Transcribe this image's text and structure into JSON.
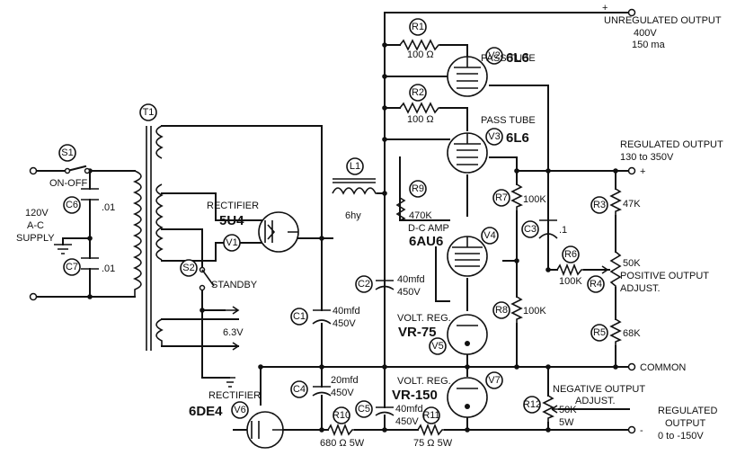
{
  "outputs": {
    "unregulated": {
      "line1": "UNREGULATED OUTPUT",
      "line2": "400V",
      "line3": "150 ma",
      "sign": "+"
    },
    "regulated": {
      "line1": "REGULATED OUTPUT",
      "line2": "130 to 350V",
      "sign": "+"
    },
    "common": "COMMON",
    "negative": {
      "line1": "REGULATED",
      "line2": "OUTPUT",
      "line3": "0 to -150V",
      "sign": "-"
    }
  },
  "input": {
    "line1": "120V",
    "line2": "A-C",
    "line3": "SUPPLY"
  },
  "switches": {
    "s1": {
      "id": "S1",
      "label": "ON-OFF"
    },
    "s2": {
      "id": "S2",
      "label": "STANDBY"
    }
  },
  "transformer": {
    "id": "T1",
    "heater": "6.3V"
  },
  "choke": {
    "id": "L1",
    "value": "6hy"
  },
  "tubes": {
    "v1": {
      "id": "V1",
      "role": "RECTIFIER",
      "type": "5U4"
    },
    "v2": {
      "id": "V2",
      "role": "PASS TUBE",
      "type": "6L6"
    },
    "v3": {
      "id": "V3",
      "role": "PASS TUBE",
      "type": "6L6"
    },
    "v4": {
      "id": "V4",
      "role": "D-C AMP",
      "type": "6AU6"
    },
    "v5": {
      "id": "V5",
      "role": "VOLT. REG.",
      "type": "VR-75"
    },
    "v6": {
      "id": "V6",
      "role": "RECTIFIER",
      "type": "6DE4"
    },
    "v7": {
      "id": "V7",
      "role": "VOLT. REG.",
      "type": "VR-150"
    }
  },
  "capacitors": {
    "c1": {
      "id": "C1",
      "value1": "40mfd",
      "value2": "450V"
    },
    "c2": {
      "id": "C2",
      "value1": "40mfd",
      "value2": "450V"
    },
    "c3": {
      "id": "C3",
      "value": ".1"
    },
    "c4": {
      "id": "C4",
      "value1": "20mfd",
      "value2": "450V"
    },
    "c5": {
      "id": "C5",
      "value1": "40mfd",
      "value2": "450V"
    },
    "c6": {
      "id": "C6",
      "value": ".01"
    },
    "c7": {
      "id": "C7",
      "value": ".01"
    }
  },
  "resistors": {
    "r1": {
      "id": "R1",
      "value": "100 Ω"
    },
    "r2": {
      "id": "R2",
      "value": "100 Ω"
    },
    "r3": {
      "id": "R3",
      "value": "47K"
    },
    "r4": {
      "id": "R4",
      "value": "50K",
      "label1": "POSITIVE OUTPUT",
      "label2": "ADJUST."
    },
    "r5": {
      "id": "R5",
      "value": "68K"
    },
    "r6": {
      "id": "R6",
      "value": "100K"
    },
    "r7": {
      "id": "R7",
      "value": "100K"
    },
    "r8": {
      "id": "R8",
      "value": "100K"
    },
    "r9": {
      "id": "R9",
      "value": "470K"
    },
    "r10": {
      "id": "R10",
      "value": "680 Ω  5W"
    },
    "r11": {
      "id": "R11",
      "value": "75 Ω  5W"
    },
    "r12": {
      "id": "R12",
      "value1": "50K",
      "value2": "5W",
      "label1": "NEGATIVE OUTPUT",
      "label2": "ADJUST."
    }
  }
}
